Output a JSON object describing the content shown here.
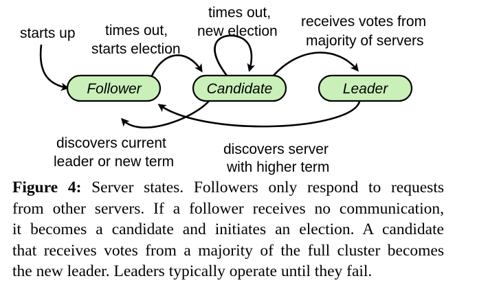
{
  "states": {
    "follower": "Follower",
    "candidate": "Candidate",
    "leader": "Leader",
    "fill_color": "#c9f0b9"
  },
  "transitions": {
    "starts_up": "starts up",
    "times_out_start": [
      "times out,",
      "starts election"
    ],
    "times_out_new": [
      "times out,",
      "new election"
    ],
    "receives_votes": [
      "receives votes from",
      "majority of servers"
    ],
    "discovers_current": [
      "discovers current",
      "leader or new term"
    ],
    "discovers_higher": [
      "discovers server",
      "with higher term"
    ]
  },
  "caption": {
    "figure_label": "Figure 4:",
    "lines": [
      " Server states. Followers only respond to requests",
      "from other servers. If a follower receives no communication,",
      "it becomes a candidate and initiates an election. A candidate",
      "that receives votes from a majority of the full cluster becomes",
      "the new leader. Leaders typically operate until they fail."
    ]
  }
}
